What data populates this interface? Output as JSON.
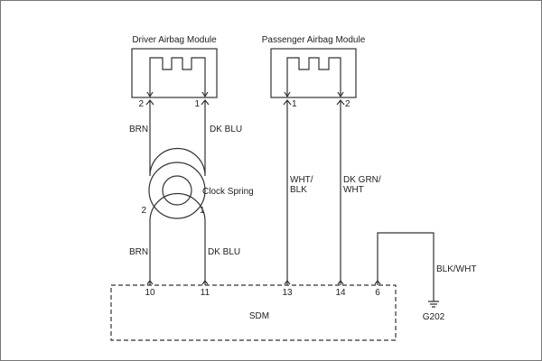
{
  "components": {
    "driver_module": {
      "title": "Driver Airbag Module",
      "pins": [
        "2",
        "1"
      ]
    },
    "passenger_module": {
      "title": "Passenger Airbag Module",
      "pins": [
        "1",
        "2"
      ]
    },
    "clock_spring": {
      "label": "Clock Spring",
      "pins": [
        "2",
        "1"
      ]
    },
    "sdm": {
      "label": "SDM",
      "pins": [
        "10",
        "11",
        "13",
        "14",
        "6"
      ]
    },
    "ground": {
      "label": "G202"
    }
  },
  "wires": {
    "driver_left_upper": "BRN",
    "driver_right_upper": "DK BLU",
    "driver_left_lower": "BRN",
    "driver_right_lower": "DK BLU",
    "passenger_left": [
      "WHT/",
      "BLK"
    ],
    "passenger_right": [
      "DK GRN/",
      "WHT"
    ],
    "ground_wire": "BLK/WHT"
  }
}
